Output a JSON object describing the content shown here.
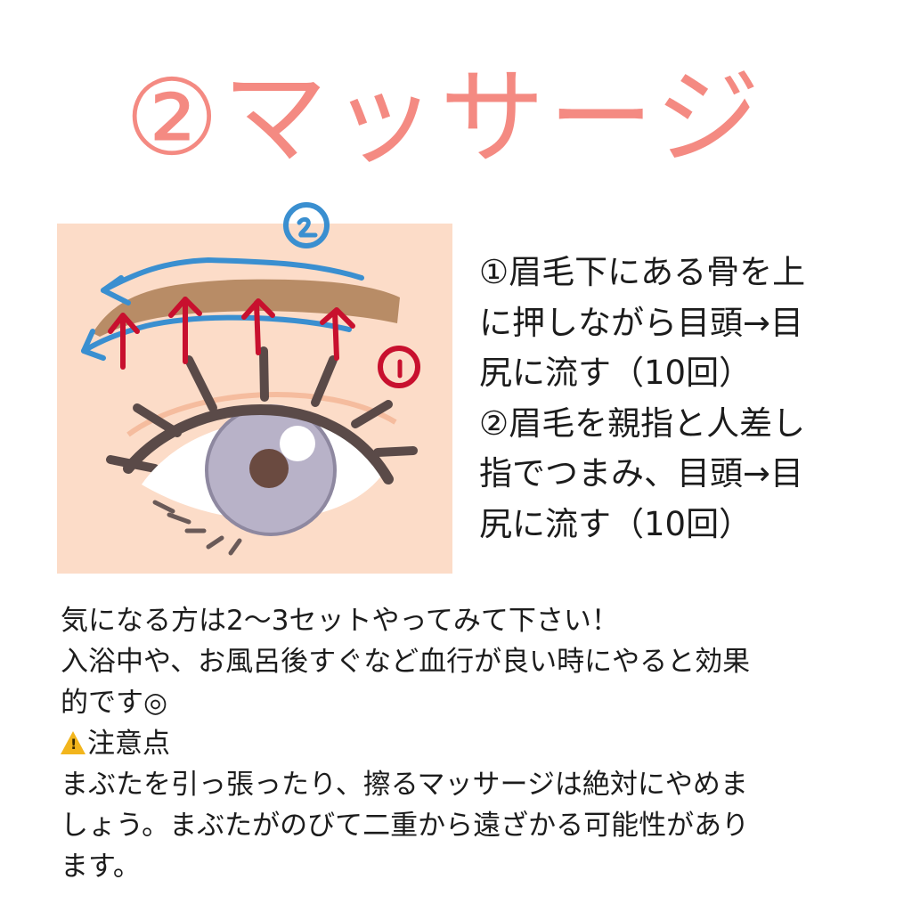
{
  "title": {
    "text": "②マッサージ",
    "color": "#f48a82"
  },
  "illustration": {
    "background_color": "#fcdcc8",
    "labels": {
      "step1_marker": "①",
      "step2_marker": "②"
    },
    "colors": {
      "eyebrow": "#b48761",
      "step1_arrows": "#c8102e",
      "step2_arrows": "#3a8fd0",
      "lashes": "#5a4a48",
      "iris": "#b8b2c8",
      "pupil": "#6a4a40",
      "eyelid_crease": "#f2b494"
    }
  },
  "steps": {
    "lines": [
      "①眉毛下にある骨を上",
      "に押しながら目頭→目",
      "尻に流す（10回）",
      "②眉毛を親指と人差し",
      "指でつまみ、目頭→目",
      "尻に流す（10回）"
    ]
  },
  "notes": {
    "lines": [
      "気になる方は2〜3セットやってみて下さい！",
      "入浴中や、お風呂後すぐなど血行が良い時にやると効果",
      "的です◎"
    ],
    "caution_heading": "注意点",
    "caution_icon": "warning-icon",
    "caution_lines": [
      "まぶたを引っ張ったり、擦るマッサージは絶対にやめま",
      "しょう。まぶたがのびて二重から遠ざかる可能性があり",
      "ます。"
    ]
  }
}
